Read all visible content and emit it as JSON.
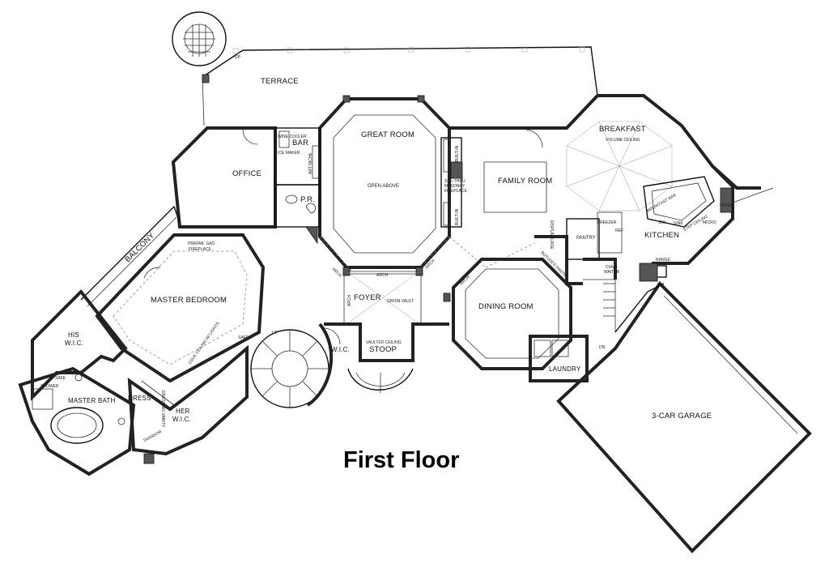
{
  "title": "First Floor",
  "rooms": {
    "terrace": "TERRACE",
    "great_room": "GREAT ROOM",
    "open_above": "OPEN ABOVE",
    "breakfast": "BREAKFAST",
    "volume_ceiling": "VOLUME CEILING",
    "office": "OFFICE",
    "bar": "BAR",
    "pr": "P.R.",
    "family_room": "FAMILY ROOM",
    "kitchen": "KITCHEN",
    "pantry": "PANTRY",
    "balcony": "BALCONY",
    "master_bedroom": "MASTER BEDROOM",
    "foyer": "FOYER",
    "dining_room": "DINING ROOM",
    "his_wic_1": "HIS",
    "his_wic_2": "W.I.C.",
    "wic": "W.I.C.",
    "vaulted_ceiling": "VAULTED CEILING",
    "stoop": "STOOP",
    "laundry": "LAUNDRY",
    "master_bath": "MASTER BATH",
    "dress": "DRESS",
    "her_wic_1": "HER",
    "her_wic_2": "W.I.C.",
    "garage": "3-CAR GARAGE"
  },
  "notes": {
    "see_thru_1": "SEE-THRU",
    "see_thru_2": "MASONRY",
    "see_thru_3": "FIREPLACE",
    "built_in_top": "BUILT-IN",
    "built_in_bottom": "BUILT-IN",
    "arch_left": "ARCH",
    "arch_right": "ARCH",
    "arch_center": "ARCH",
    "arch_foyer": "ARCH",
    "arch_dining": "ARCH",
    "groin_vault": "GROIN VAULT",
    "prefab_1": "PREFAB. GAS",
    "prefab_2": "FIREPLACE",
    "dumb_1": "DUMB",
    "dumb_2": "WAITER",
    "butlers_pantry": "BUTLER'S PANTRY",
    "display_case": "DISPLAY CASE",
    "breakfast_bar": "BREAKFAST BAR",
    "step_ceiling": "STEP CEILING",
    "cove_ceiling": "COVE CEILING W/ LIGHTS",
    "safe_1": "SAFE",
    "safe_2": "SAFE",
    "shower": "SHOWER",
    "dressing_vanity": "DRESSING VANITY",
    "transom": "TRANSOM",
    "up_1": "UP",
    "up_2": "UP",
    "dn": "DN",
    "oven": "OVEN",
    "range": "RANGE",
    "sink": "SINK",
    "dw": "DW",
    "ref": "REF",
    "freezer": "FREEZER",
    "micro": "MICRO",
    "art_niche": "ART NICHE",
    "wine_cooler": "WINE COOLER",
    "ice_maker": "ICE MAKER"
  }
}
